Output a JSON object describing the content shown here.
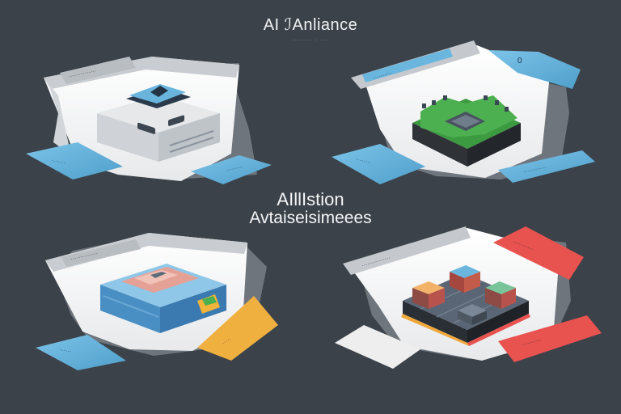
{
  "header": {
    "title": "AI ℐAnliance",
    "subtitle": "‐‐‐‐‐‐‐‐ ‐ ‐‐‐"
  },
  "center": {
    "title": "AIllIstion",
    "subtitle": "Avtaiseisimeees"
  },
  "panels": [
    {
      "name": "server-panel",
      "top_tag": "‐‐‐‐‐‐‐‐‐‐‐‐‐‐",
      "left_tag": "‐‐‐‐‐‐‐",
      "right_tag": "‐‐‐‐‐‐‐‐‐"
    },
    {
      "name": "landscape-panel",
      "top_tag": "‐‐‐‐‐‐‐‐‐‐",
      "corner_tag": "0",
      "left_tag": "‐‐‐‐‐‐‐‐",
      "right_tag": "‐‐‐‐‐‐‐‐‐‐‐‐"
    },
    {
      "name": "building-panel",
      "top_tag": "‐‐‐‐‐‐‐‐‐‐‐‐‐‐",
      "left_tag": "‐‐‐‐‐‐",
      "right_tag": "‐‐‐‐‐"
    },
    {
      "name": "cluster-panel",
      "top_tag": "‐‐‐‐‐‐‐‐‐‐‐‐‐‐‐",
      "right_top_tag": "‐‐‐‐‐‐‐‐‐‐‐",
      "right_bottom_tag": "‐‐‐‐‐‐‐‐‐‐"
    }
  ],
  "colors": {
    "background": "#3b4249",
    "panel": "#f4f5f6",
    "blue_tag": "#6ab6de",
    "orange_tag": "#f0b040",
    "red_tag": "#e8524f",
    "grass": "#4caf50"
  }
}
